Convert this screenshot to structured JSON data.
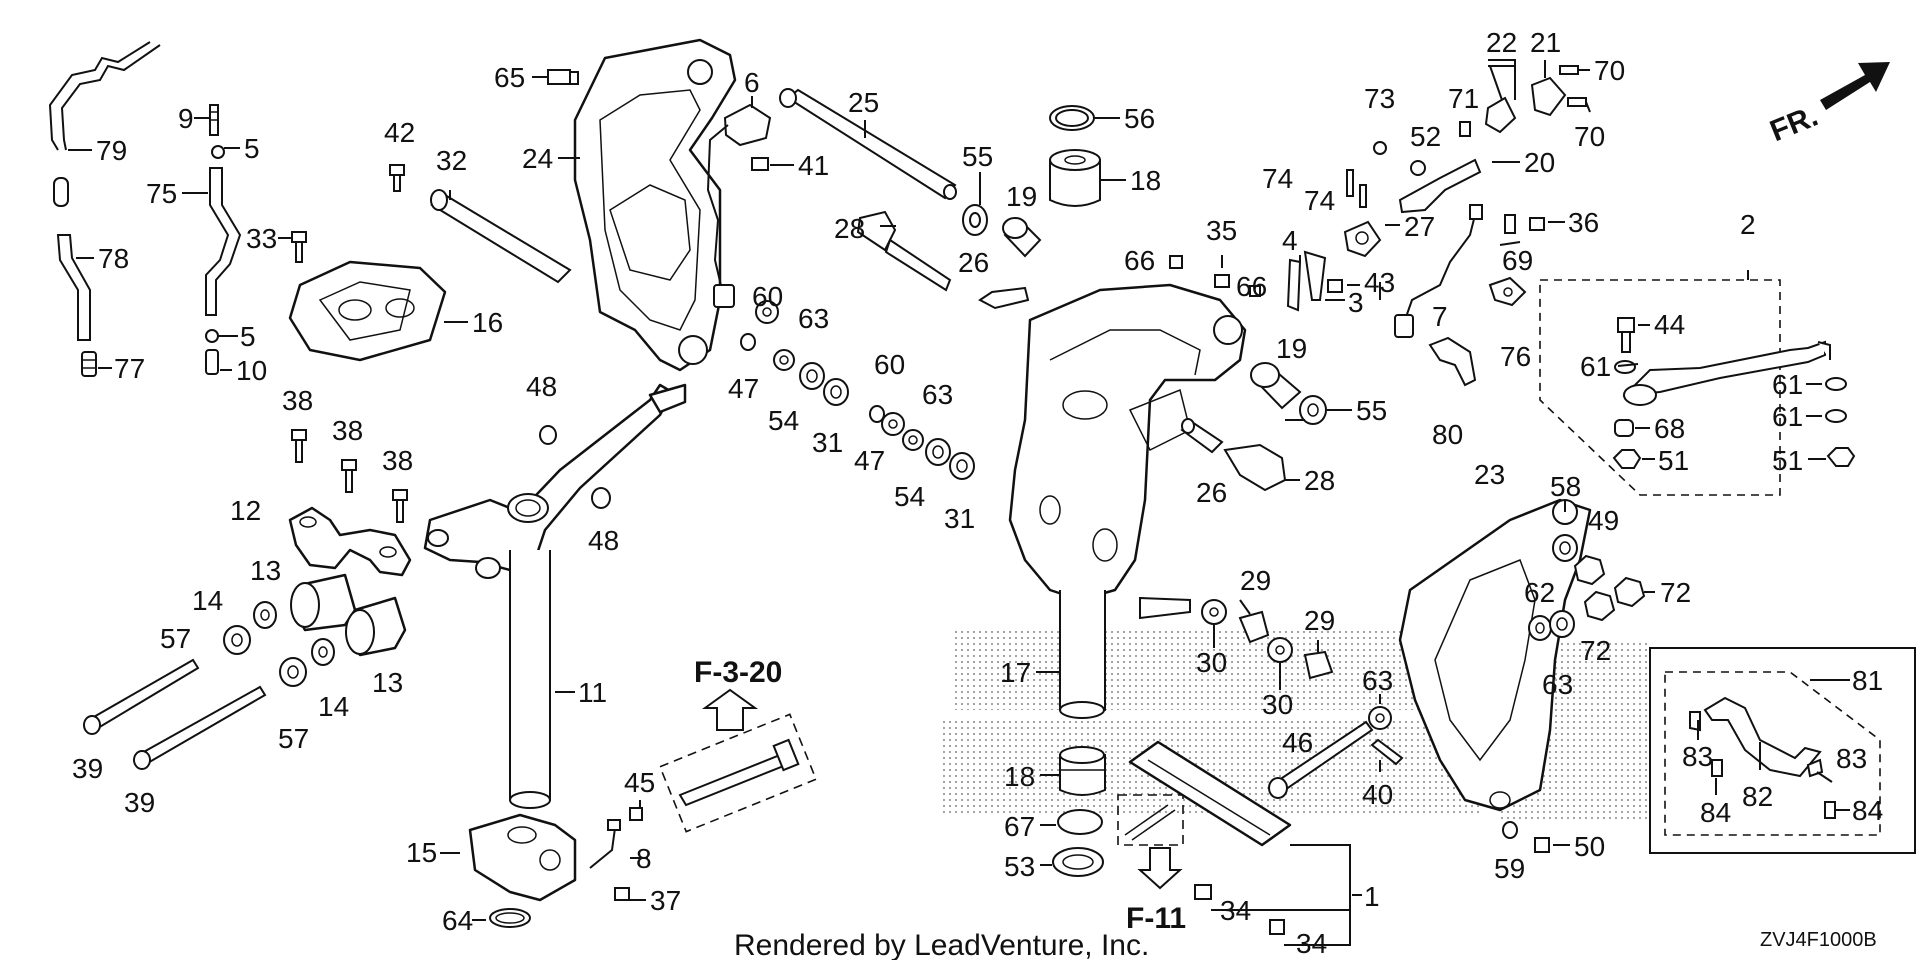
{
  "diagram": {
    "direction_label": "FR.",
    "ref_top": "F-3-20",
    "ref_bottom": "F-11",
    "credit": "Rendered by LeadVenture, Inc.",
    "code": "ZVJ4F1000B",
    "callouts": {
      "c79": "79",
      "c78": "78",
      "c77": "77",
      "c75": "75",
      "c9": "9",
      "c5a": "5",
      "c5b": "5",
      "c10": "10",
      "c33": "33",
      "c16": "16",
      "c42": "42",
      "c32": "32",
      "c24": "24",
      "c65": "65",
      "c6": "6",
      "c41": "41",
      "c25": "25",
      "c55a": "55",
      "c56": "56",
      "c18a": "18",
      "c19a": "19",
      "c26a": "26",
      "c28a": "28",
      "c60a": "60",
      "c63a": "63",
      "c47a": "47",
      "c54a": "54",
      "c31a": "31",
      "c60b": "60",
      "c63b": "63",
      "c47b": "47",
      "c54b": "54",
      "c31b": "31",
      "c48a": "48",
      "c48b": "48",
      "c38a": "38",
      "c38b": "38",
      "c38c": "38",
      "c12": "12",
      "c13a": "13",
      "c13b": "13",
      "c14a": "14",
      "c14b": "14",
      "c57a": "57",
      "c57b": "57",
      "c39a": "39",
      "c39b": "39",
      "c11": "11",
      "c45": "45",
      "c8": "8",
      "c15": "15",
      "c37": "37",
      "c64": "64",
      "c66a": "66",
      "c35": "35",
      "c4": "4",
      "c66b": "66",
      "c43": "43",
      "c3": "3",
      "c19b": "19",
      "c55b": "55",
      "c26b": "26",
      "c28b": "28",
      "c73": "73",
      "c74a": "74",
      "c74b": "74",
      "c52": "52",
      "c71": "71",
      "c22": "22",
      "c21": "21",
      "c70a": "70",
      "c70b": "70",
      "c20": "20",
      "c27": "27",
      "c36": "36",
      "c69": "69",
      "c7": "7",
      "c76": "76",
      "c80": "80",
      "c2": "2",
      "c44": "44",
      "c61a": "61",
      "c61b": "61",
      "c61c": "61",
      "c68": "68",
      "c51a": "51",
      "c51b": "51",
      "c23": "23",
      "c58": "58",
      "c49": "49",
      "c72a": "72",
      "c72b": "72",
      "c62": "62",
      "c63c": "63",
      "c29a": "29",
      "c29b": "29",
      "c30a": "30",
      "c30b": "30",
      "c17": "17",
      "c63d": "63",
      "c46": "46",
      "c40": "40",
      "c18b": "18",
      "c67": "67",
      "c53": "53",
      "c1": "1",
      "c34a": "34",
      "c34b": "34",
      "c59": "59",
      "c50": "50",
      "c81": "81",
      "c82": "82",
      "c83a": "83",
      "c83b": "83",
      "c84a": "84",
      "c84b": "84"
    }
  }
}
